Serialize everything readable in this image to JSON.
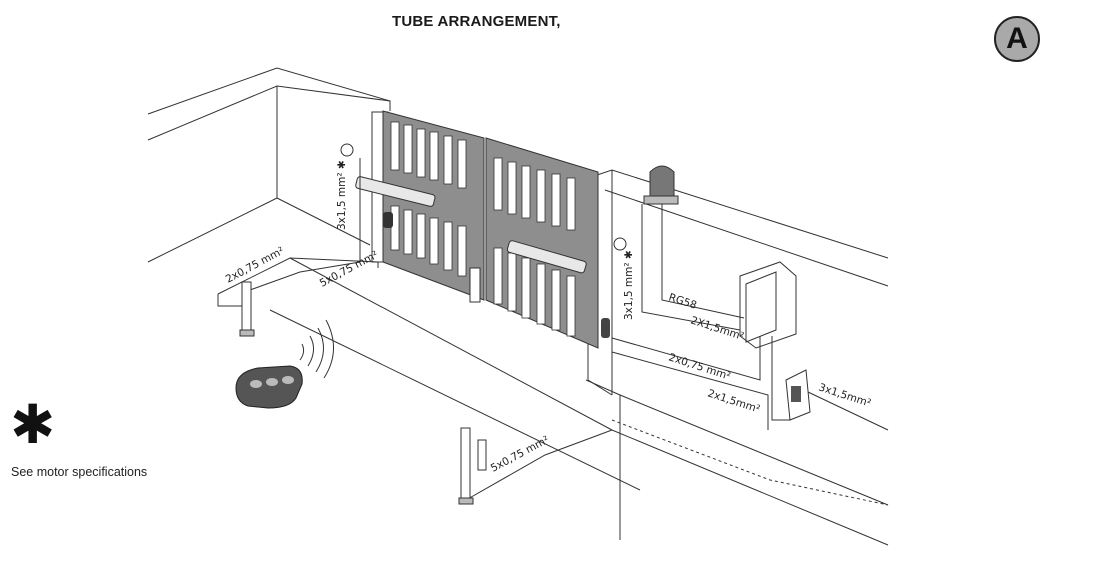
{
  "title": "TUBE ARRANGEMENT,",
  "badge": "A",
  "footnote": {
    "symbol": "✱",
    "text": "See motor specifications"
  },
  "cable_labels": {
    "left_motor": "3x1,5 mm² ✱",
    "left_photocell": "2x0,75 mm²",
    "left_ground": "5x0,75 mm²",
    "right_motor": "3x1,5 mm² ✱",
    "antenna": "RG58",
    "lamp": "2X1,5mm²",
    "photocell_right": "2x0,75 mm²",
    "supply_box": "2x1,5mm²",
    "mains": "3x1,5mm²",
    "front_photocell": "5x0,75 mm²"
  },
  "icons": [
    "remote-control-icon",
    "signal-waves-icon",
    "flashing-lamp-icon",
    "control-box-icon",
    "switch-box-icon",
    "photocell-column-icon"
  ]
}
